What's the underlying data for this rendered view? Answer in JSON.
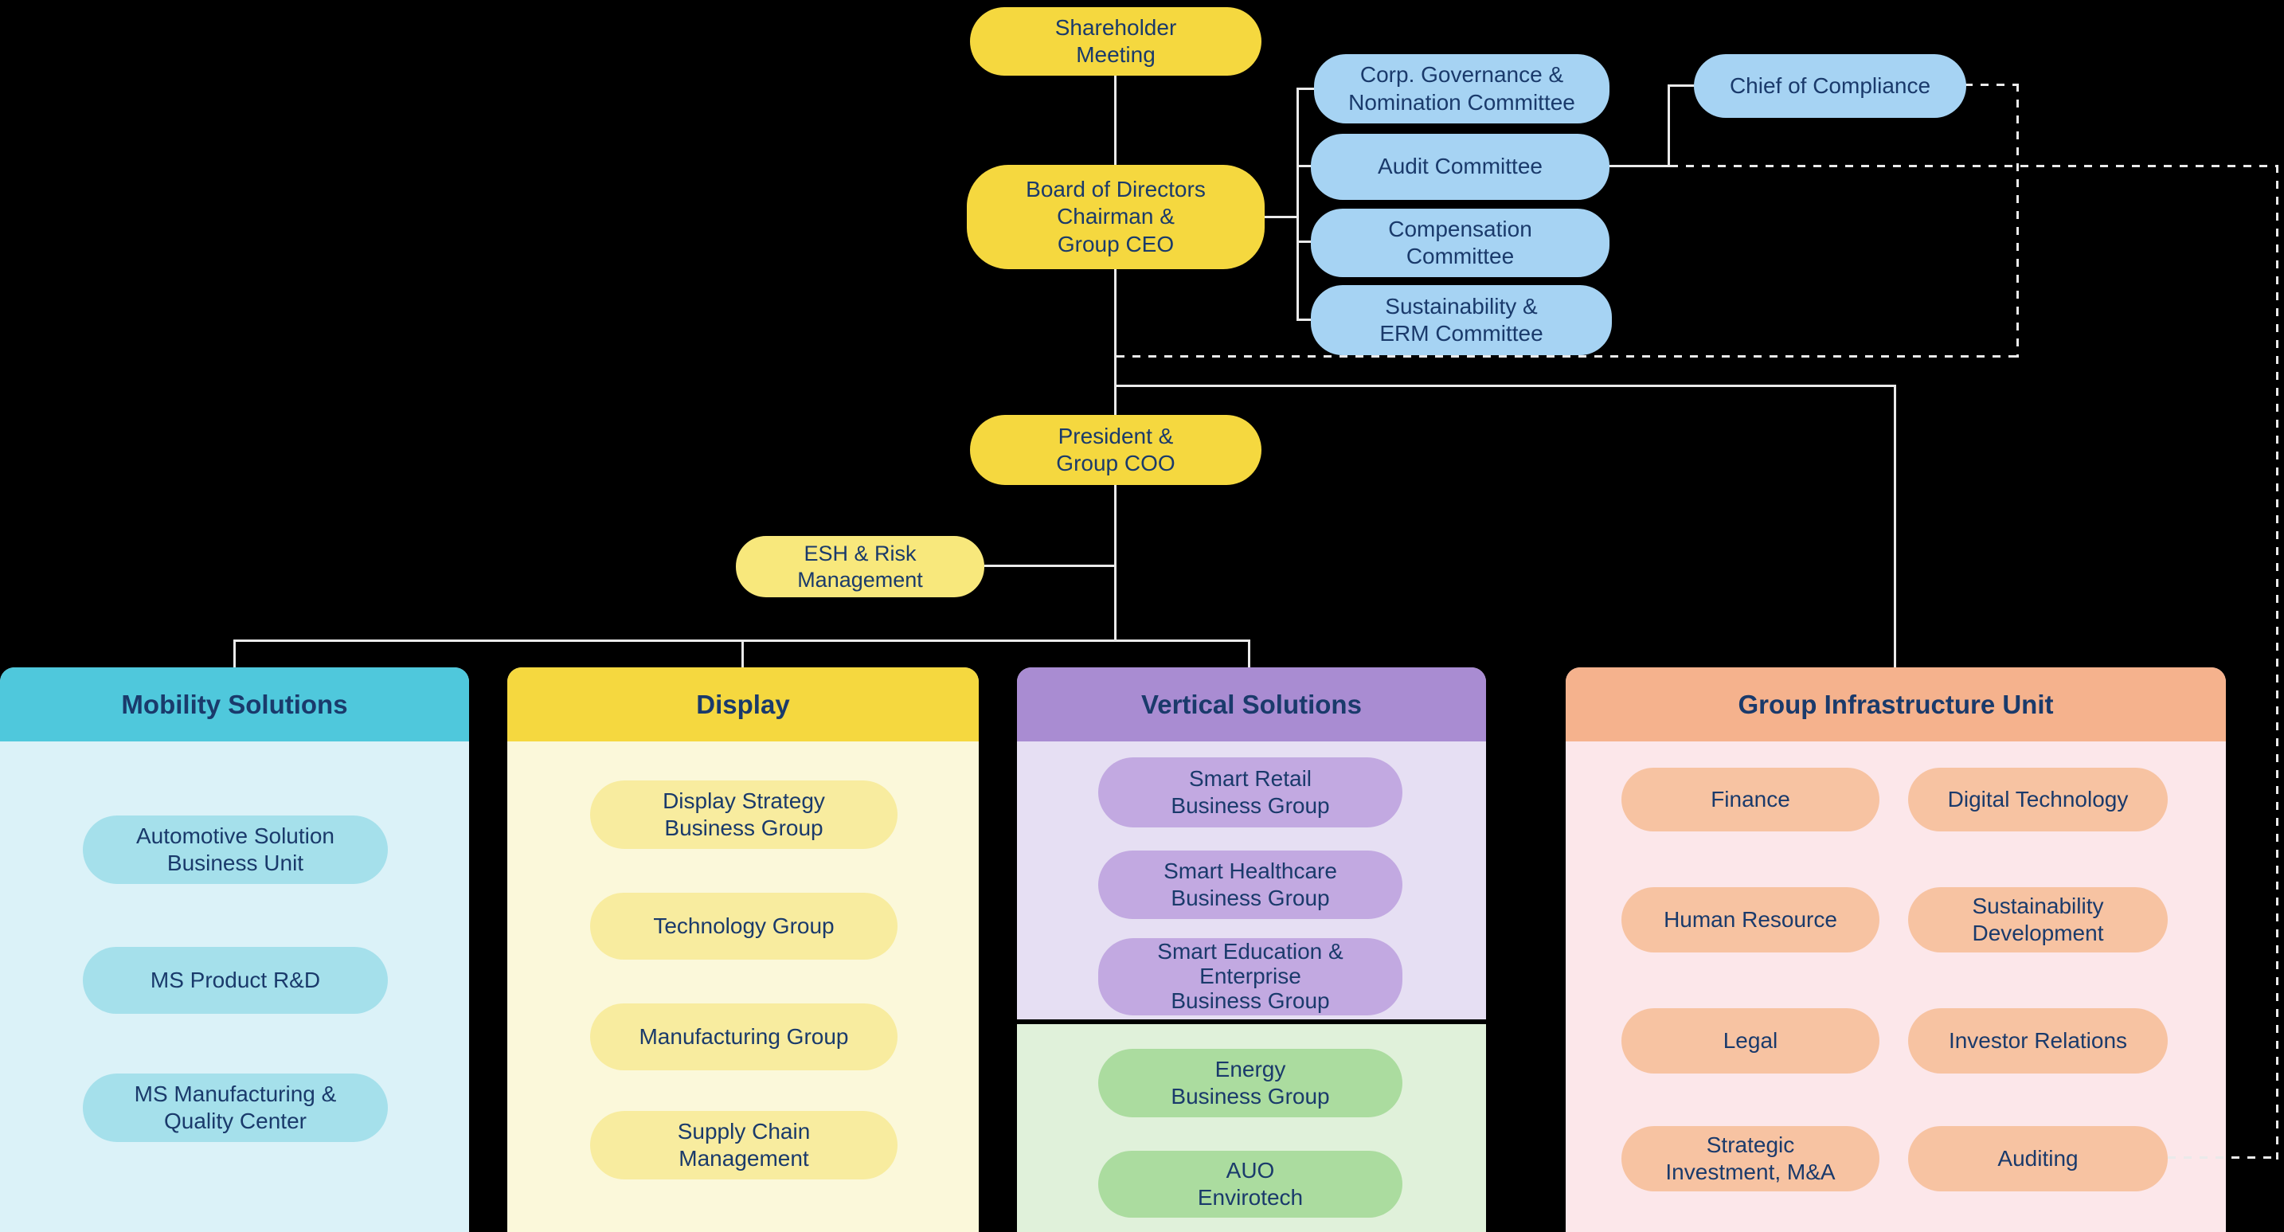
{
  "governance": {
    "shareholder": "Shareholder\nMeeting",
    "board": "Board of Directors\nChairman &\nGroup CEO",
    "president": "President &\nGroup COO",
    "esh": "ESH & Risk\nManagement",
    "chief_of_compliance": "Chief of Compliance",
    "committees": [
      "Corp. Governance &\nNomination Committee",
      "Audit Committee",
      "Compensation\nCommittee",
      "Sustainability &\nERM Committee"
    ]
  },
  "columns": [
    {
      "title": "Mobility Solutions",
      "items": [
        "Automotive Solution\nBusiness Unit",
        "MS Product R&D",
        "MS Manufacturing &\nQuality Center"
      ]
    },
    {
      "title": "Display",
      "items": [
        "Display Strategy\nBusiness Group",
        "Technology Group",
        "Manufacturing Group",
        "Supply Chain\nManagement"
      ]
    },
    {
      "title": "Vertical Solutions",
      "items": [
        "Smart Retail\nBusiness Group",
        "Smart Healthcare\nBusiness Group",
        "Smart Education &\nEnterprise\nBusiness Group"
      ],
      "green_items": [
        "Energy\nBusiness Group",
        "AUO\nEnvirotech"
      ]
    },
    {
      "title": "Group Infrastructure Unit",
      "rows": [
        [
          "Finance",
          "Digital Technology"
        ],
        [
          "Human Resource",
          "Sustainability\nDevelopment"
        ],
        [
          "Legal",
          "Investor Relations"
        ],
        [
          "Strategic\nInvestment, M&A",
          "Auditing"
        ]
      ]
    }
  ],
  "colors": {
    "background": "#000000",
    "text_navy": "#1A3A6B",
    "yellow": "#F5D83F",
    "light_yellow": "#F8E87C",
    "committee_blue": "#A6D3F3",
    "mobility_header": "#4FC8DC",
    "mobility_body": "#DBF2F8",
    "mobility_pill": "#A5E0EB",
    "display_header": "#F5D83F",
    "display_body": "#FBF8DA",
    "display_pill": "#F8EC9F",
    "vertical_header": "#A98CD2",
    "vertical_body": "#E6DFF3",
    "vertical_pill": "#C2A9E1",
    "green_body": "#E0F1DA",
    "green_pill": "#ABDC9F",
    "giu_header": "#F5B28D",
    "giu_body": "#FCE7EA",
    "giu_pill": "#F7C3A2",
    "connector": "#EAEAEA"
  }
}
